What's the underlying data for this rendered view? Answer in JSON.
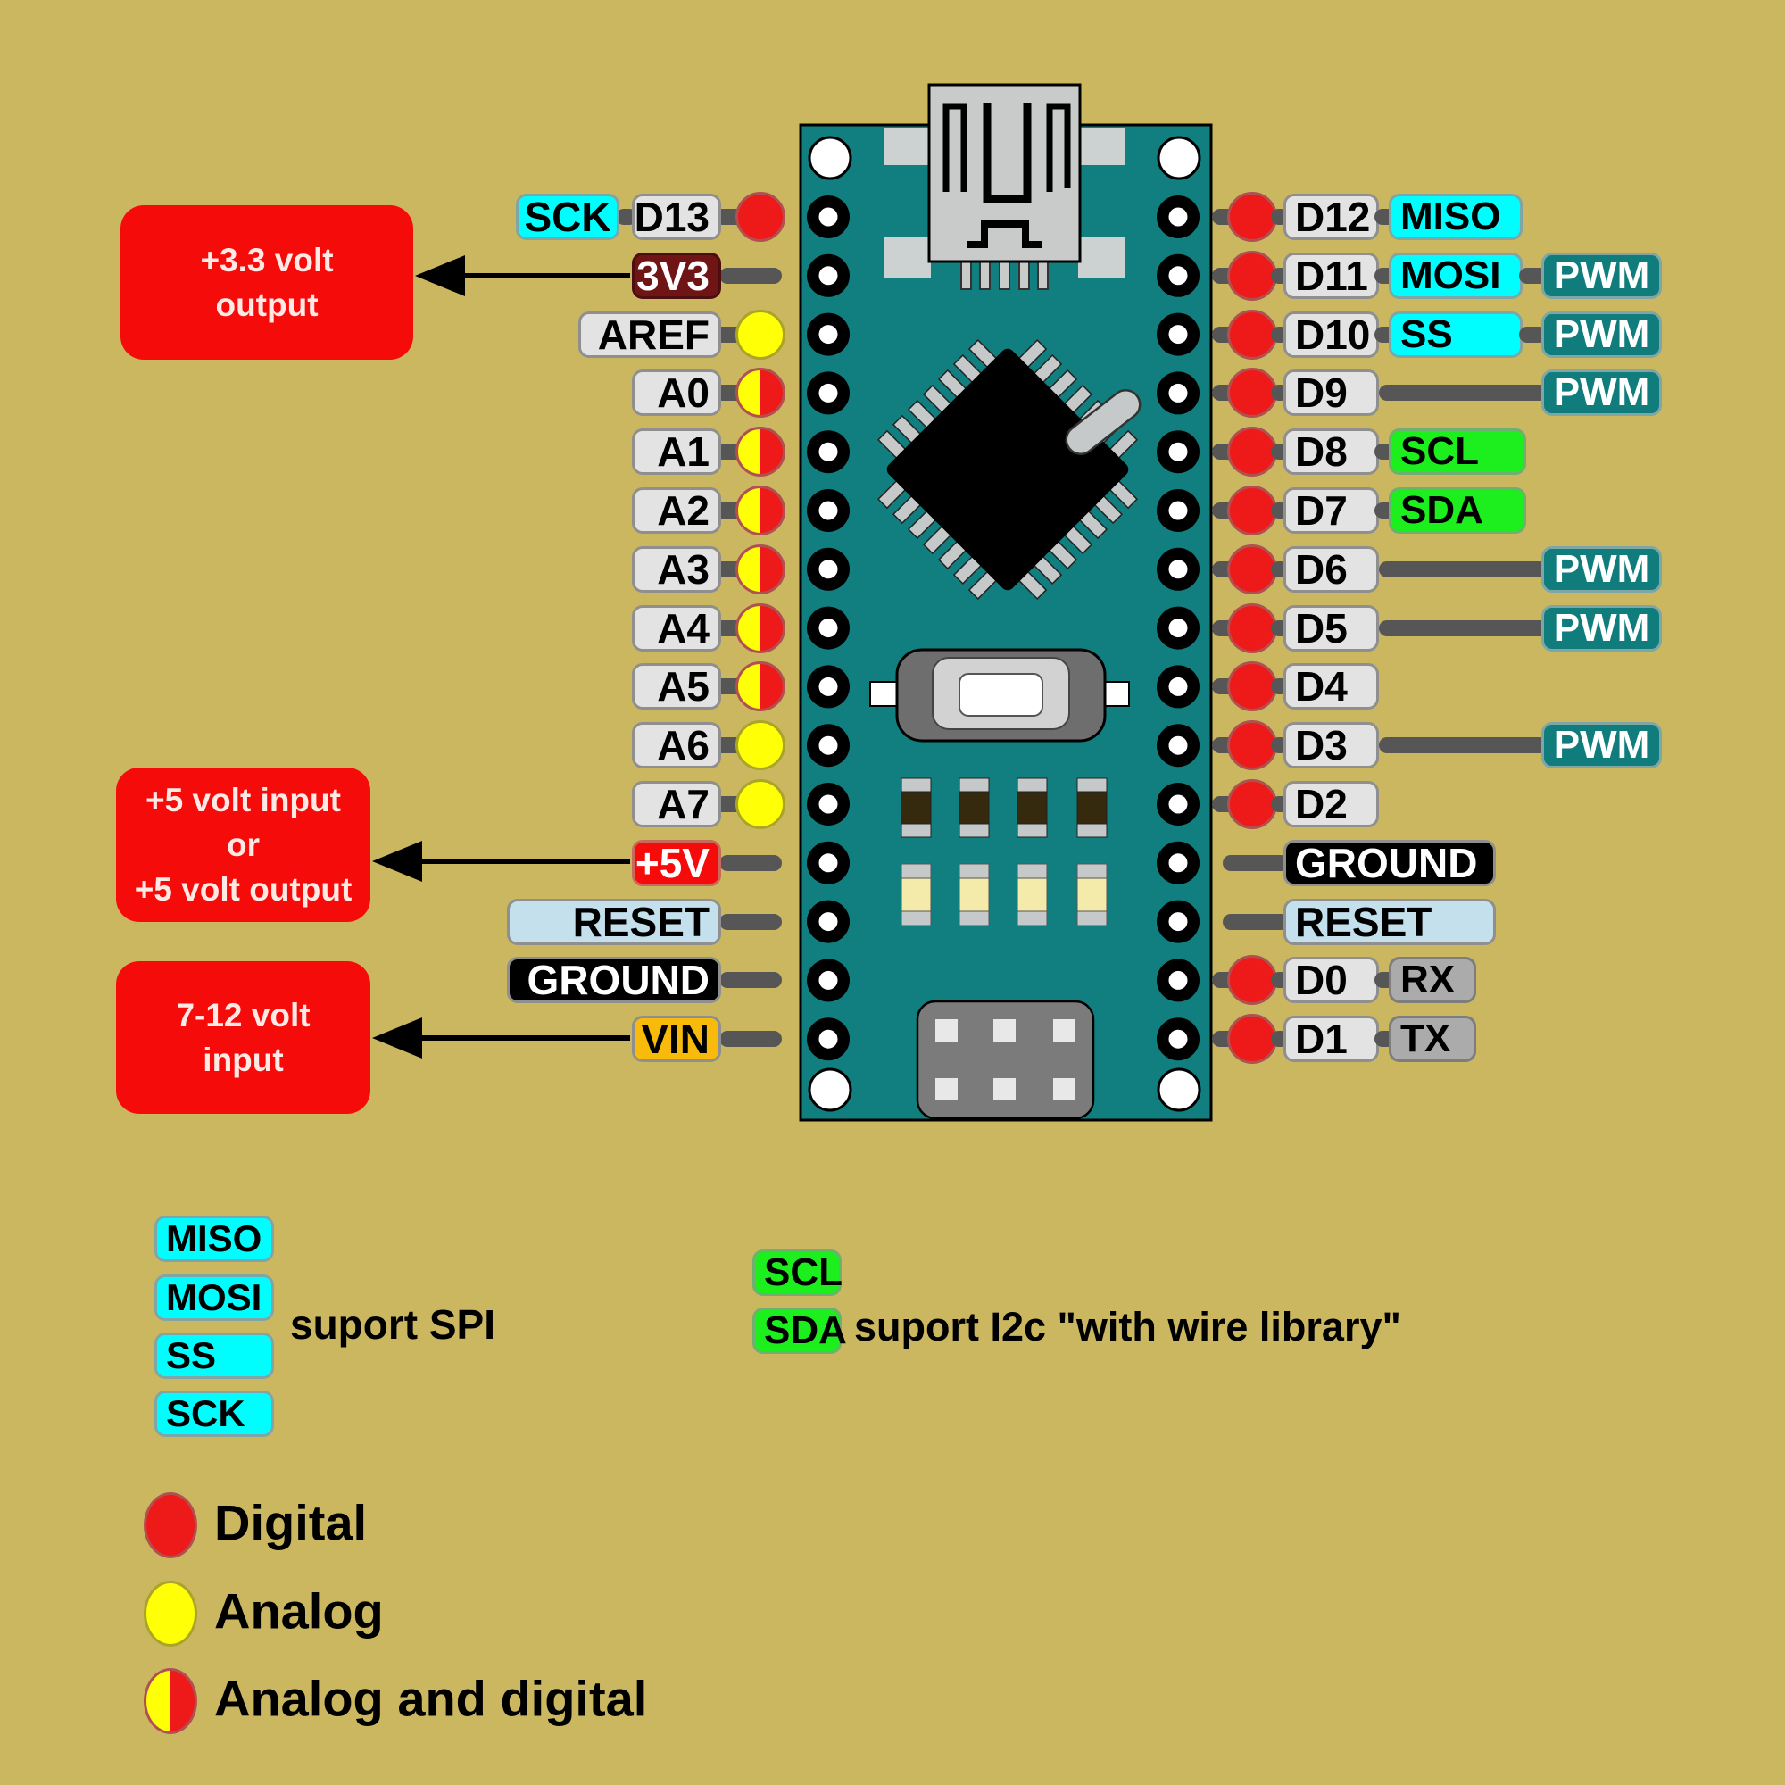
{
  "colors": {
    "background": "#ccb761",
    "board": "#117f7f",
    "digital": "#ee1a1a",
    "analog": "#ffff05",
    "spi": "#00feff",
    "i2c": "#1dee1d",
    "pwm": "#117c7c",
    "serial": "#ababab",
    "power_red": "#f60b0b",
    "v33": "#6f1515",
    "vin": "#f8ba0b",
    "reset": "#c3e0ec",
    "ground": "#000000",
    "label_gray": "#e3e3e3",
    "callout": "#f60b0b"
  },
  "callouts": [
    {
      "text": "+3.3 volt\noutput"
    },
    {
      "text": "+5 volt input\nor\n+5 volt output"
    },
    {
      "text": "7-12 volt\ninput"
    }
  ],
  "pins": {
    "left": [
      {
        "label": "D13",
        "pre": {
          "text": "SCK",
          "type": "spi"
        },
        "circle": "digital"
      },
      {
        "label": "3V3",
        "type": "v33"
      },
      {
        "label": "AREF",
        "circle": "analog"
      },
      {
        "label": "A0",
        "circle": "both"
      },
      {
        "label": "A1",
        "circle": "both"
      },
      {
        "label": "A2",
        "circle": "both"
      },
      {
        "label": "A3",
        "circle": "both"
      },
      {
        "label": "A4",
        "circle": "both"
      },
      {
        "label": "A5",
        "circle": "both"
      },
      {
        "label": "A6",
        "circle": "analog"
      },
      {
        "label": "A7",
        "circle": "analog"
      },
      {
        "label": "+5V",
        "type": "v5"
      },
      {
        "label": "RESET",
        "type": "reset"
      },
      {
        "label": "GROUND",
        "type": "ground"
      },
      {
        "label": "VIN",
        "type": "vin"
      }
    ],
    "right": [
      {
        "label": "D12",
        "circle": "digital",
        "tags": [
          {
            "text": "MISO",
            "type": "spi"
          }
        ]
      },
      {
        "label": "D11",
        "circle": "digital",
        "tags": [
          {
            "text": "MOSI",
            "type": "spi"
          },
          {
            "text": "PWM",
            "type": "pwm"
          }
        ]
      },
      {
        "label": "D10",
        "circle": "digital",
        "tags": [
          {
            "text": "SS",
            "type": "spi"
          },
          {
            "text": "PWM",
            "type": "pwm"
          }
        ]
      },
      {
        "label": "D9",
        "circle": "digital",
        "tags": [
          {
            "text": "PWM",
            "type": "pwm"
          }
        ]
      },
      {
        "label": "D8",
        "circle": "digital",
        "tags": [
          {
            "text": "SCL",
            "type": "i2c"
          }
        ]
      },
      {
        "label": "D7",
        "circle": "digital",
        "tags": [
          {
            "text": "SDA",
            "type": "i2c"
          }
        ]
      },
      {
        "label": "D6",
        "circle": "digital",
        "tags": [
          {
            "text": "PWM",
            "type": "pwm"
          }
        ]
      },
      {
        "label": "D5",
        "circle": "digital",
        "tags": [
          {
            "text": "PWM",
            "type": "pwm"
          }
        ]
      },
      {
        "label": "D4",
        "circle": "digital",
        "tags": []
      },
      {
        "label": "D3",
        "circle": "digital",
        "tags": [
          {
            "text": "PWM",
            "type": "pwm"
          }
        ]
      },
      {
        "label": "D2",
        "circle": "digital",
        "tags": []
      },
      {
        "label": "GROUND",
        "type": "ground",
        "tags": []
      },
      {
        "label": "RESET",
        "type": "reset",
        "tags": []
      },
      {
        "label": "D0",
        "circle": "digital",
        "tags": [
          {
            "text": "RX",
            "type": "serial"
          }
        ]
      },
      {
        "label": "D1",
        "circle": "digital",
        "tags": [
          {
            "text": "TX",
            "type": "serial"
          }
        ]
      }
    ]
  },
  "spi_legend": {
    "items": [
      "MISO",
      "MOSI",
      "SS",
      "SCK"
    ],
    "label": "suport SPI"
  },
  "i2c_legend": {
    "items": [
      "SCL",
      "SDA"
    ],
    "label": "suport I2c \"with wire library\""
  },
  "type_legend": [
    {
      "circle": "digital",
      "label": "Digital"
    },
    {
      "circle": "analog",
      "label": "Analog"
    },
    {
      "circle": "both",
      "label": "Analog and digital"
    }
  ]
}
